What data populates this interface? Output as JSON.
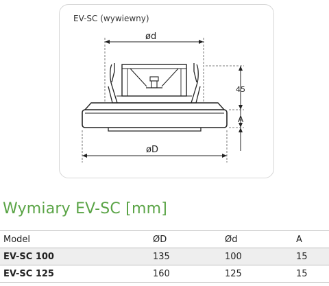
{
  "drawing": {
    "title": "EV-SC (wywiewny)",
    "labels": {
      "small_d": "ød",
      "big_d": "øD",
      "height": "45",
      "a": "A"
    }
  },
  "section_title": "Wymiary EV-SC [mm]",
  "table": {
    "headers": [
      "Model",
      "ØD",
      "Ød",
      "A"
    ],
    "rows": [
      [
        "EV-SC 100",
        "135",
        "100",
        "15"
      ],
      [
        "EV-SC 125",
        "160",
        "125",
        "15"
      ]
    ]
  }
}
